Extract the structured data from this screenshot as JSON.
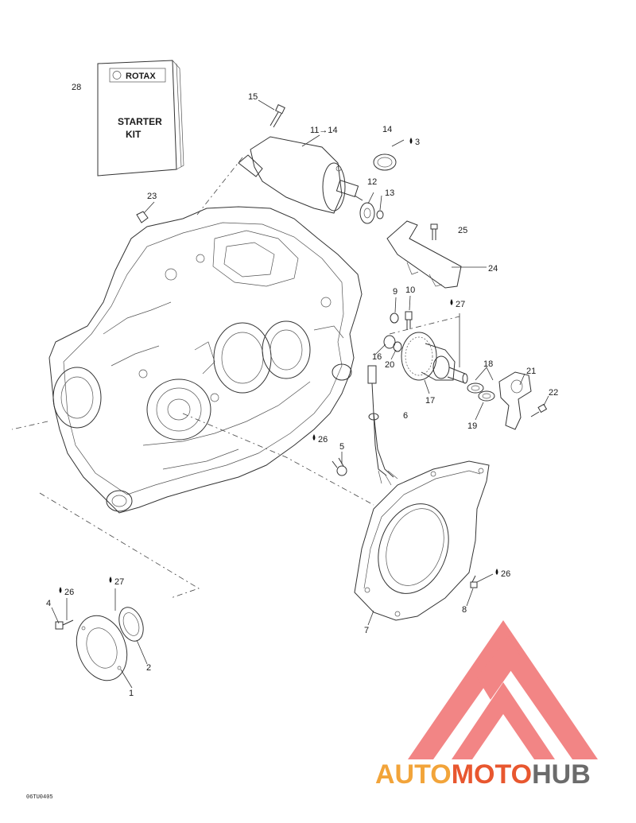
{
  "kit": {
    "brand": "ROTAX",
    "line1": "STARTER",
    "line2": "KIT"
  },
  "callouts": {
    "c1": "1",
    "c2": "2",
    "c4": "4",
    "c5": "5",
    "c6": "6",
    "c7": "7",
    "c8": "8",
    "c9": "9",
    "c10": "10",
    "c11_14": "11→14",
    "c12": "12",
    "c13": "13",
    "c14": "14",
    "c15": "15",
    "c16": "16",
    "c17": "17",
    "c18": "18",
    "c19": "19",
    "c20": "20",
    "c21": "21",
    "c22": "22",
    "c23": "23",
    "c24": "24",
    "c25": "25",
    "c28": "28"
  },
  "lubricant_refs": {
    "l3": "3",
    "l26_a": "26",
    "l26_b": "26",
    "l26_c": "26",
    "l27_a": "27",
    "l27_b": "27"
  },
  "figure_code": "06TU0405",
  "watermark": {
    "part1": "AUTO",
    "part2": "MOTO",
    "part3": "HUB",
    "colors": {
      "primary": "#f2a43a",
      "accent": "#e8572f",
      "dark": "#6b6b6b",
      "logo": "#f07070"
    }
  }
}
